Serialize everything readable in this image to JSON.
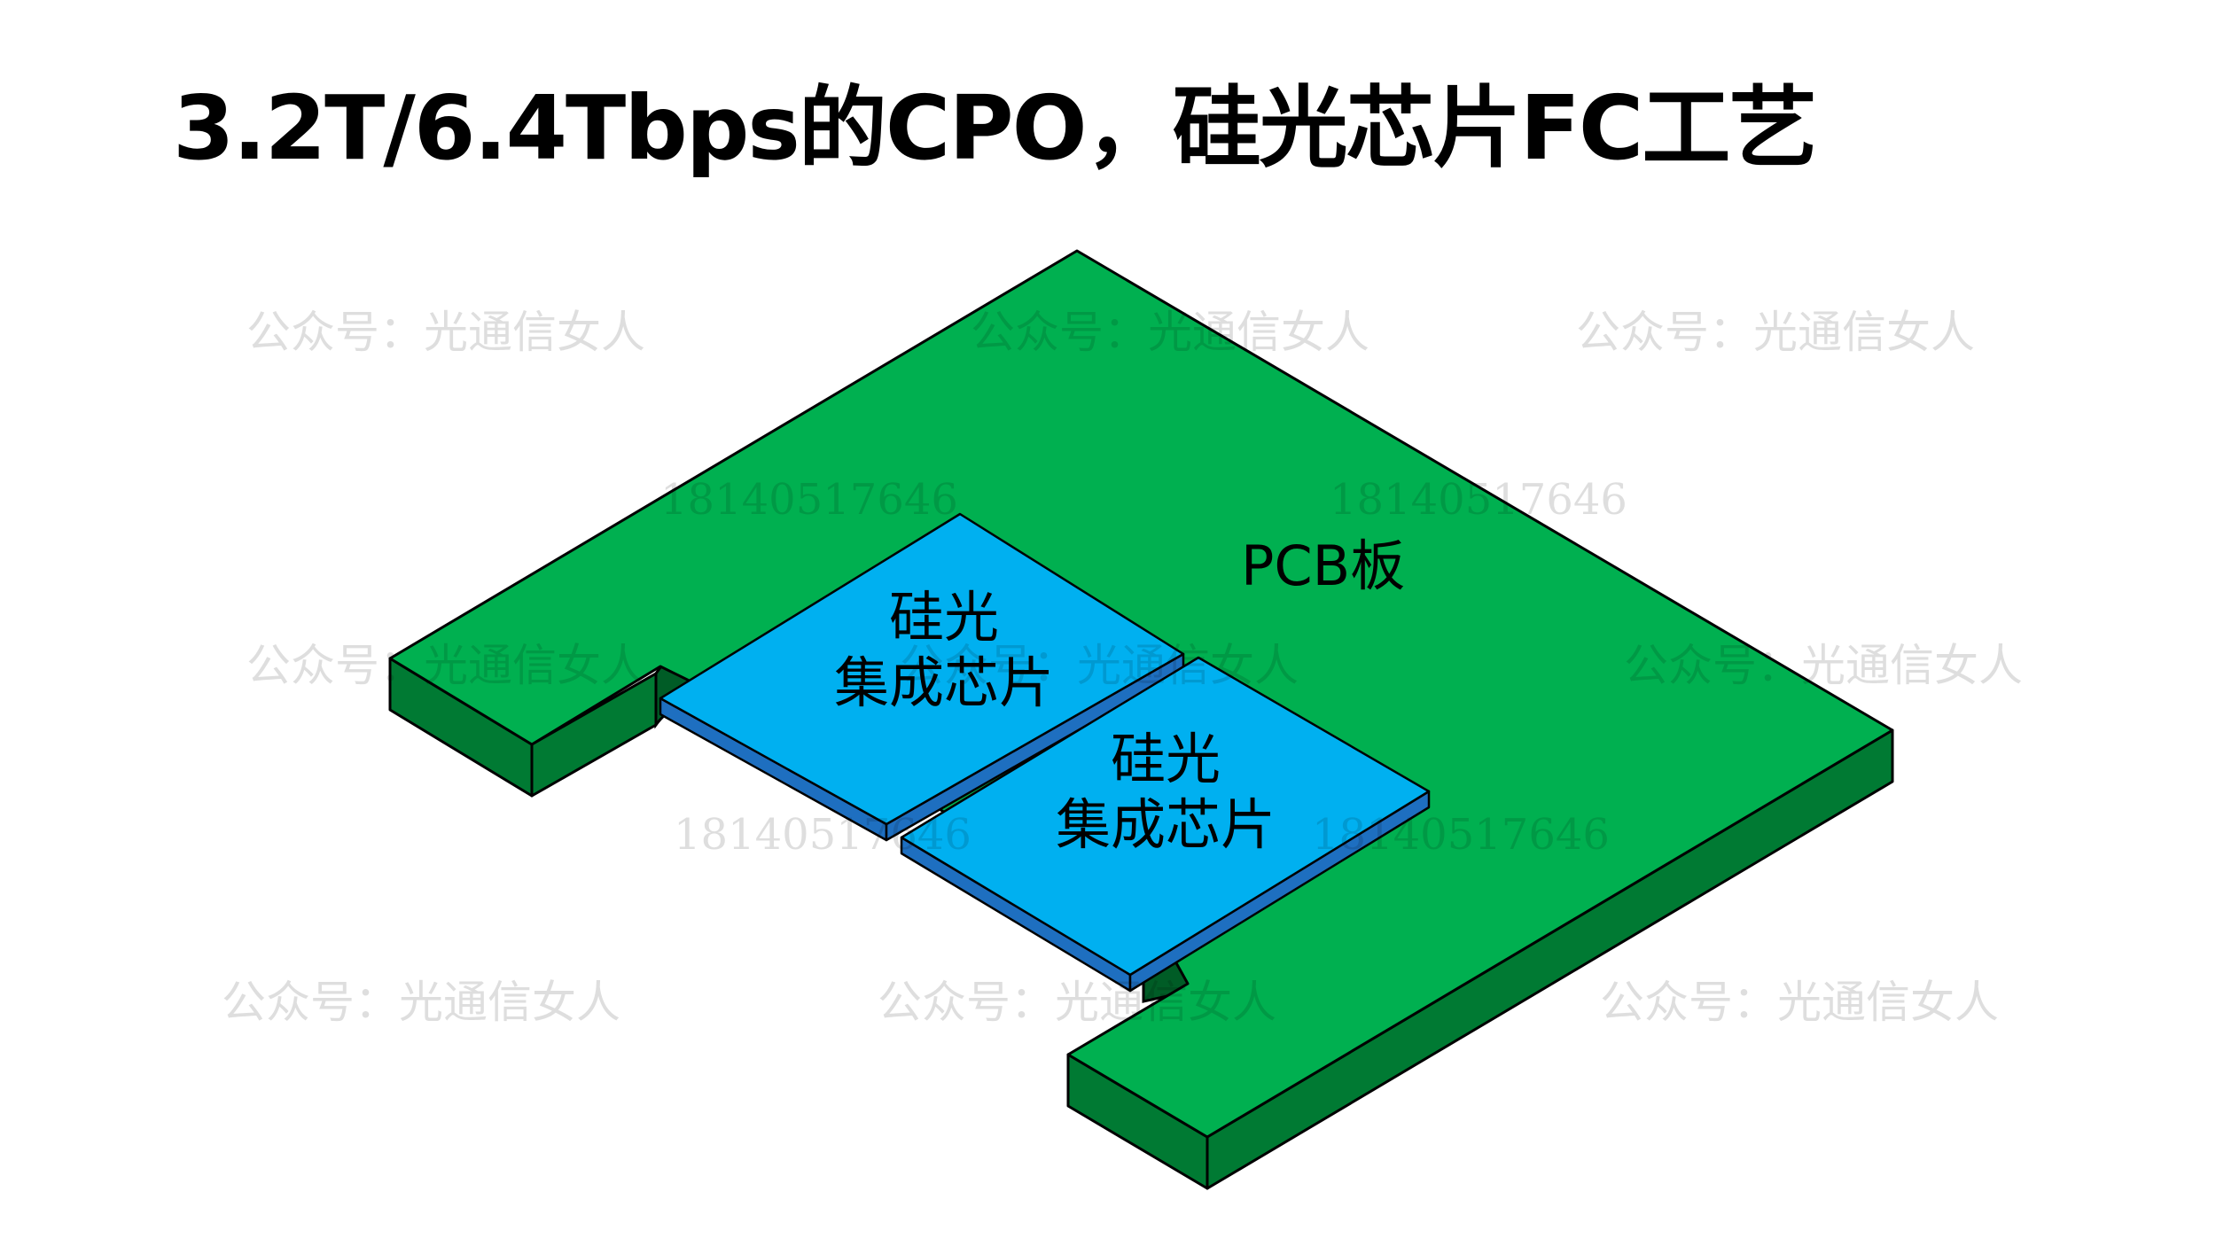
{
  "title": "3.2T/6.4Tbps的CPO，硅光芯片FC工艺",
  "pcb_label": "PCB板",
  "chip1": {
    "line1": "硅光",
    "line2": "集成芯片"
  },
  "chip2": {
    "line1": "硅光",
    "line2": "集成芯片"
  },
  "watermark_text": "公众号：光通信女人",
  "watermark_number": "18140517646",
  "colors": {
    "pcb_top": "#00b050",
    "pcb_side": "#007a33",
    "chip_top": "#00b0f0",
    "chip_side": "#1e6fc0",
    "outline": "#000000"
  }
}
